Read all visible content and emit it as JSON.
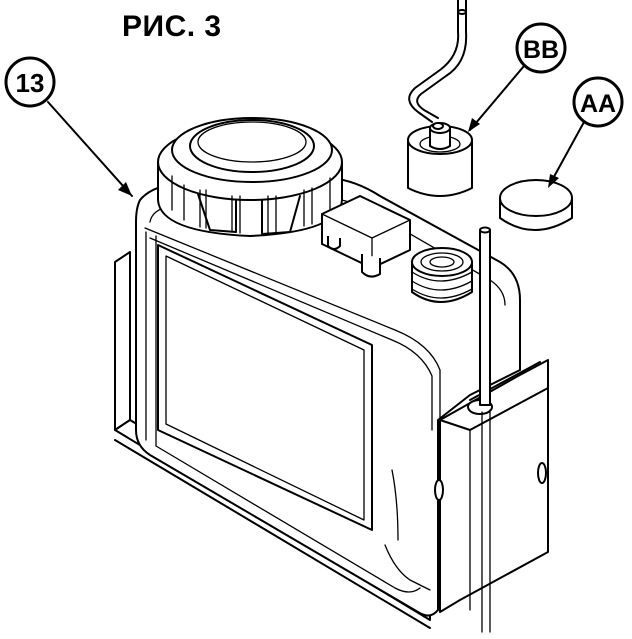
{
  "figure": {
    "title": "РИС. 3"
  },
  "callouts": [
    {
      "id": "reservoir",
      "label": "13"
    },
    {
      "id": "cap-with-tube",
      "label": "BB"
    },
    {
      "id": "plain-cap",
      "label": "AA"
    }
  ],
  "colors": {
    "line": "#000000",
    "background": "#ffffff"
  }
}
